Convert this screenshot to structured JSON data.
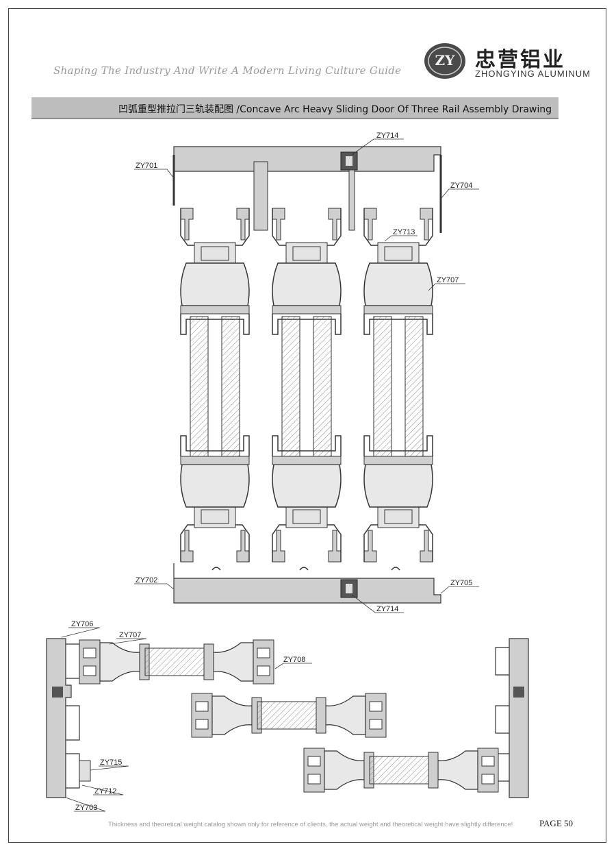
{
  "header": {
    "tagline": "Shaping The Industry And Write A Modern Living Culture Guide",
    "logo_text": "ZY",
    "brand_cn": "忠营铝业",
    "brand_en": "ZHONGYING ALUMINUM"
  },
  "title": "凹弧重型推拉门三轨装配图 /Concave Arc Heavy Sliding Door Of Three Rail Assembly Drawing",
  "labels": {
    "zy714_top": "ZY714",
    "zy701": "ZY701",
    "zy704": "ZY704",
    "zy713": "ZY713",
    "zy707_top": "ZY707",
    "zy702": "ZY702",
    "zy705": "ZY705",
    "zy714_bottom": "ZY714",
    "zy706": "ZY706",
    "zy707_bottom": "ZY707",
    "zy708": "ZY708",
    "zy715": "ZY715",
    "zy712": "ZY712",
    "zy703": "ZY703"
  },
  "footer": {
    "note": "Thickness and theoretical weight catalog shown only for reference of clients, the actual weight and theoretical weight have slightly difference!",
    "page": "PAGE  50"
  },
  "colors": {
    "profile_fill": "#cfcfcf",
    "profile_stroke": "#333333",
    "title_bar": "#bdbdbd"
  }
}
